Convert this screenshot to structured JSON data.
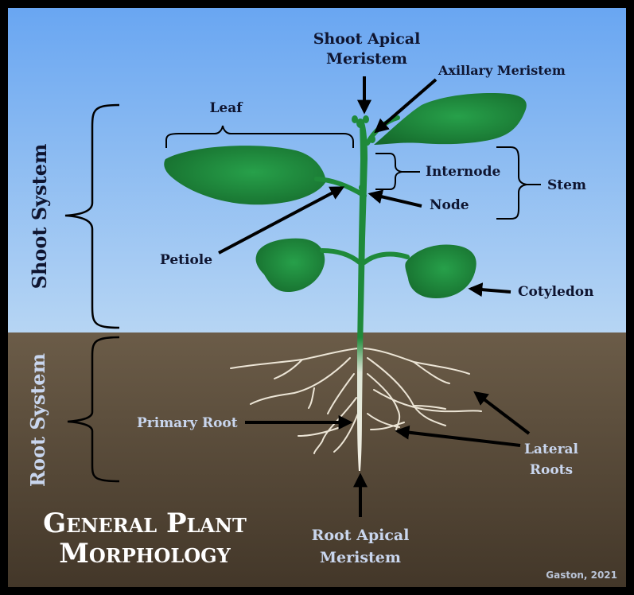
{
  "title": {
    "line1": "General Plant",
    "line2": "Morphology"
  },
  "systems": {
    "shoot": "Shoot System",
    "root": "Root System"
  },
  "labels": {
    "shoot_apical_1": "Shoot Apical",
    "shoot_apical_2": "Meristem",
    "axillary": "Axillary Meristem",
    "leaf": "Leaf",
    "internode": "Internode",
    "stem": "Stem",
    "node": "Node",
    "petiole": "Petiole",
    "cotyledon": "Cotyledon",
    "primary_root": "Primary Root",
    "lateral_1": "Lateral",
    "lateral_2": "Roots",
    "root_apical_1": "Root Apical",
    "root_apical_2": "Meristem"
  },
  "credit": "Gaston, 2021",
  "colors": {
    "sky_top": "#69a6f2",
    "sky_bottom": "#b4d4f4",
    "soil_top": "#6b5c48",
    "soil_bottom": "#463a2b",
    "leaf": "#1f8a3a",
    "stem": "#1f8a3a",
    "root": "#ece5d6"
  }
}
